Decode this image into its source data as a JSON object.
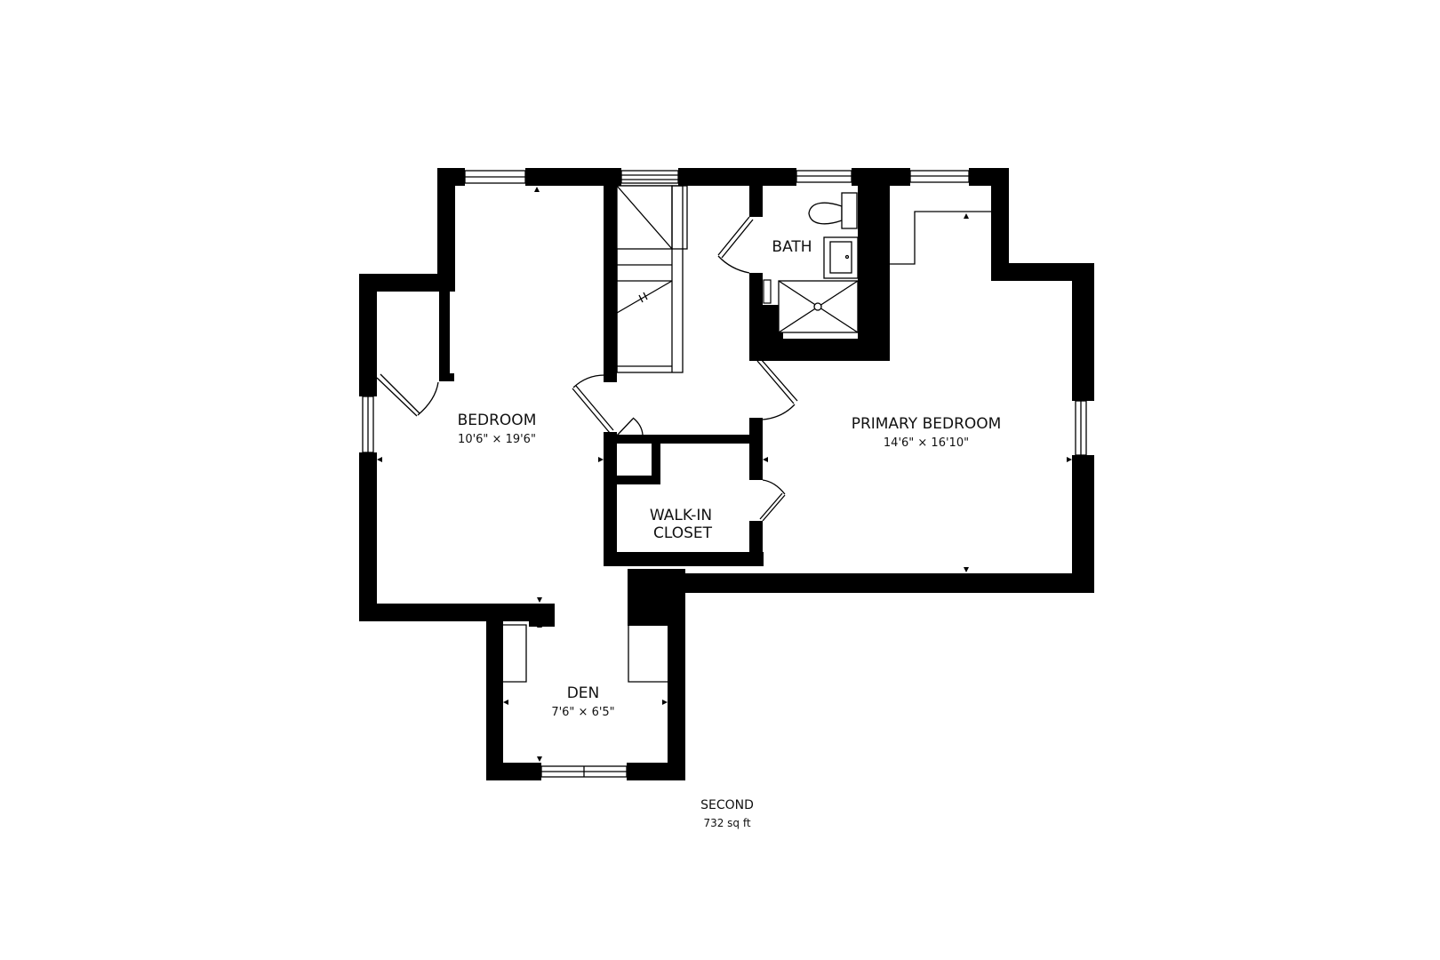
{
  "floor": {
    "name": "SECOND",
    "area": "732 sq ft"
  },
  "rooms": [
    {
      "name": "BEDROOM",
      "dimensions": "10'6\" × 19'6\""
    },
    {
      "name": "BATH",
      "dimensions": ""
    },
    {
      "name": "PRIMARY BEDROOM",
      "dimensions": "14'6\" × 16'10\""
    },
    {
      "name": "WALK-IN",
      "name_line2": "CLOSET",
      "dimensions": ""
    },
    {
      "name": "DEN",
      "dimensions": "7'6\" × 6'5\""
    }
  ],
  "colors": {
    "wall": "#000000",
    "background": "#ffffff",
    "text": "#111111"
  },
  "icons": [
    "stairs-icon",
    "toilet-icon",
    "sink-icon",
    "shower-icon",
    "door-swing-icon",
    "window-icon",
    "dimension-marker-icon"
  ]
}
